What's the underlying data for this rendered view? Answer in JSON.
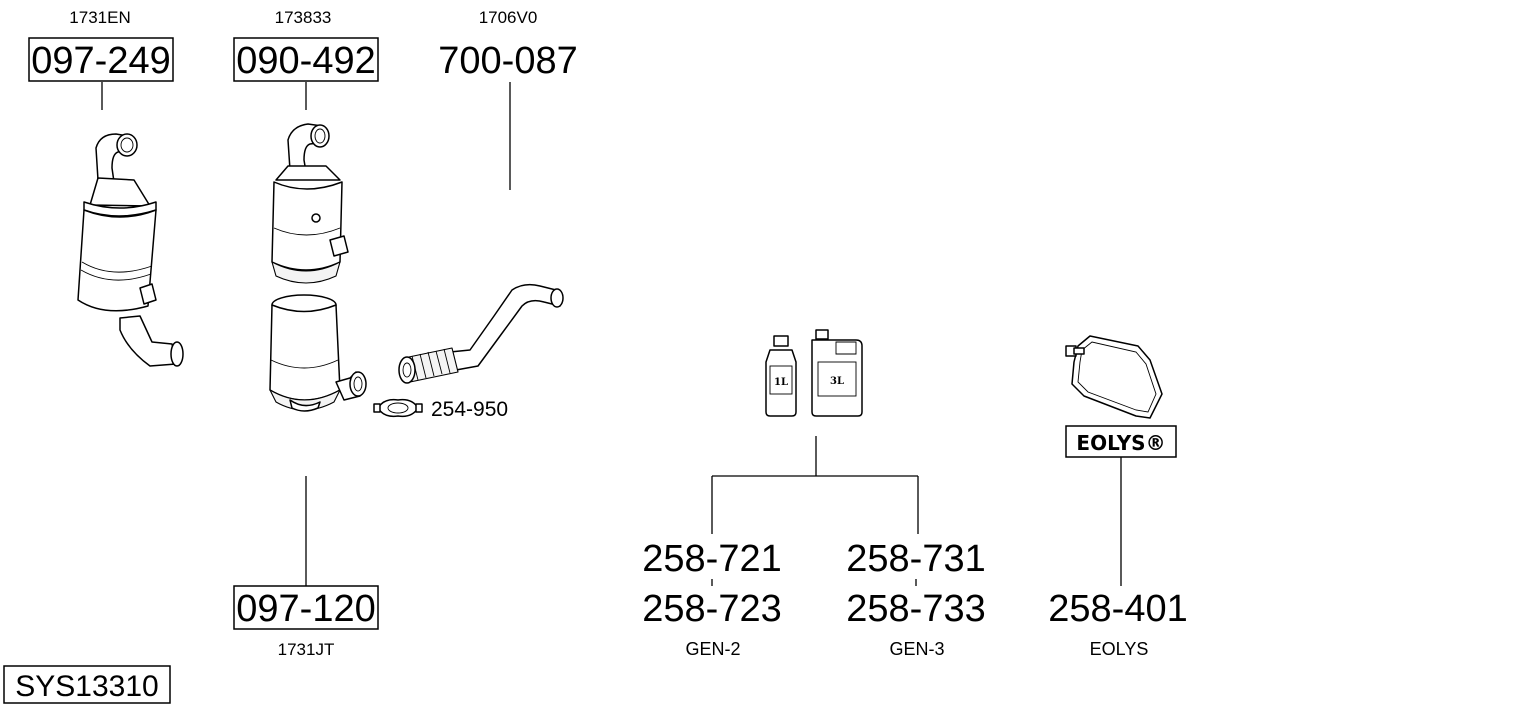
{
  "diagram": {
    "system_id": "SYS13310",
    "parts": [
      {
        "oem": "1731EN",
        "number": "097-249",
        "boxed": true
      },
      {
        "oem": "173833",
        "number": "090-492",
        "boxed": true
      },
      {
        "oem": "1706V0",
        "number": "700-087",
        "boxed": false
      },
      {
        "oem": "1731JT",
        "number": "097-120",
        "boxed": true
      },
      {
        "oem": "",
        "number": "254-950",
        "boxed": false
      }
    ],
    "additives": [
      {
        "number_a": "258-721",
        "number_b": "258-723",
        "label": "GEN-2"
      },
      {
        "number_a": "258-731",
        "number_b": "258-733",
        "label": "GEN-3"
      },
      {
        "number_a": "258-401",
        "label": "EOLYS"
      }
    ],
    "bottle_labels": [
      "1L",
      "3L"
    ],
    "brand_badge": "EOLYS®",
    "icons": [
      "catalytic-converter-icon",
      "particulate-filter-icon",
      "flex-pipe-icon",
      "clamp-icon",
      "additive-bottle-icon",
      "additive-bag-icon"
    ]
  }
}
